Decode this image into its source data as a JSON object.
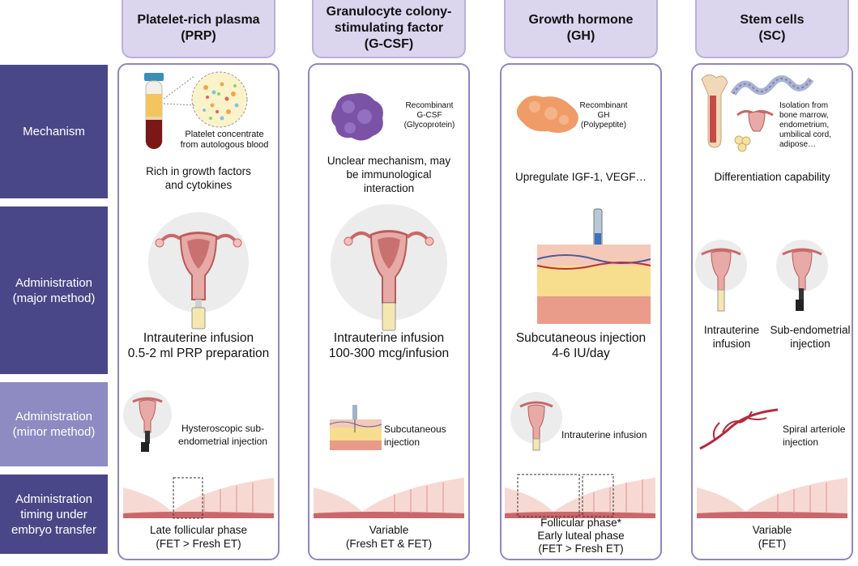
{
  "columns": [
    {
      "header": "Platelet-rich plasma\n(PRP)",
      "mech_note": "Platelet concentrate\nfrom autologous blood",
      "mechanism": "Rich in growth factors\nand cytokines",
      "major": "Intrauterine infusion\n0.5-2 ml PRP preparation",
      "minor": "Hysteroscopic sub-\nendometrial injection",
      "timing": "Late follicular phase\n(FET > Fresh ET)"
    },
    {
      "header": "Granulocyte colony-\nstimulating factor\n(G-CSF)",
      "mech_note": "Recombinant\nG-CSF\n(Glycoprotein)",
      "mechanism": "Unclear mechanism, may\nbe immunological\ninteraction",
      "major": "Intrauterine infusion\n100-300 mcg/infusion",
      "minor": "Subcutaneous\ninjection",
      "timing": "Variable\n(Fresh ET &  FET)"
    },
    {
      "header": "Growth hormone\n(GH)",
      "mech_note": "Recombinant\nGH\n(Polypeptite)",
      "mechanism": "Upregulate IGF-1, VEGF…",
      "major": "Subcutaneous injection\n4-6 IU/day",
      "minor": "Intrauterine infusion",
      "timing": "Follicular phase*\nEarly luteal phase\n(FET > Fresh ET)"
    },
    {
      "header": "Stem cells\n(SC)",
      "mech_note": "Isolation from\nbone marrow,\nendometrium,\numbilical cord,\nadipose…",
      "mechanism": "Differentiation capability",
      "major_a": "Intrauterine\ninfusion",
      "major_b": "Sub-endometrial\ninjection",
      "minor": "Spiral arteriole\ninjection",
      "timing": "Variable\n(FET)"
    }
  ],
  "rows": {
    "mechanism": "Mechanism",
    "major": "Administration\n(major method)",
    "minor": "Administration\n(minor method)",
    "timing": "Administration\ntiming under\nembryo transfer"
  },
  "colors": {
    "row_dark": "#4a4788",
    "row_light": "#8e8bc2",
    "header_fill": "#dbd5ee",
    "box_border": "#8f86c4"
  }
}
